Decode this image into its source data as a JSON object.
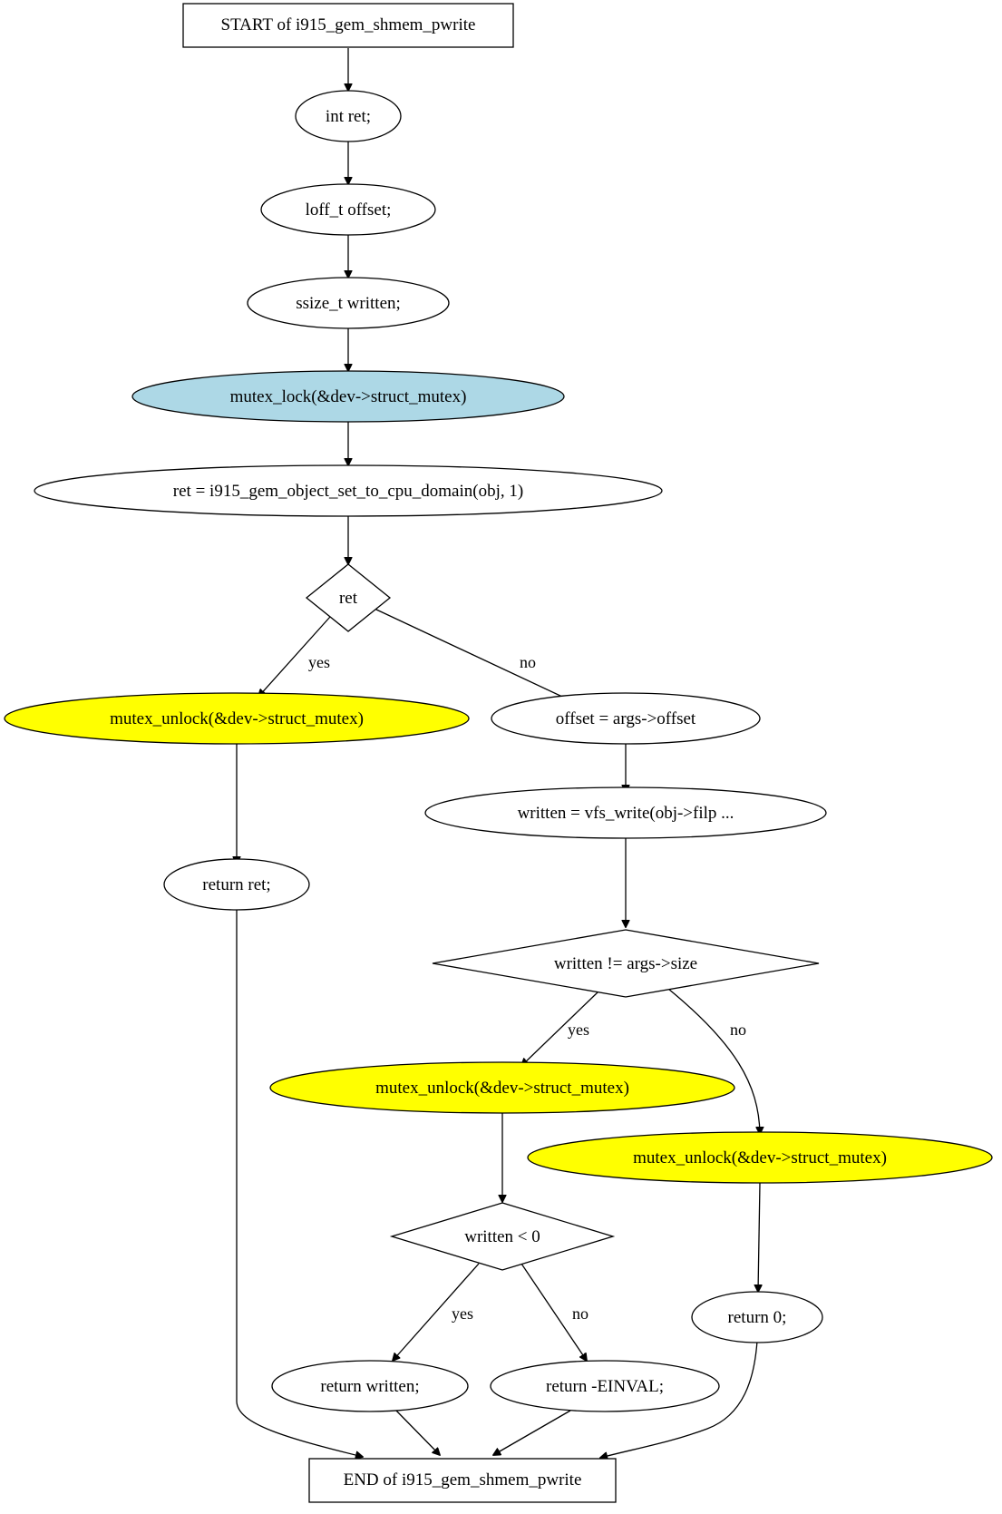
{
  "colors": {
    "lock_fill": "#add8e6",
    "unlock_fill": "#ffff00",
    "default_fill": "#ffffff",
    "stroke": "#000000"
  },
  "nodes": {
    "start": "START of i915_gem_shmem_pwrite",
    "decl_ret": "int ret;",
    "decl_offset": "loff_t offset;",
    "decl_written": "ssize_t written;",
    "mutex_lock": "mutex_lock(&dev->struct_mutex)",
    "set_domain": "ret = i915_gem_object_set_to_cpu_domain(obj, 1)",
    "cond_ret": "ret",
    "unlock_1": "mutex_unlock(&dev->struct_mutex)",
    "assign_offset": "offset = args->offset",
    "return_ret": "return ret;",
    "vfs_write": "written = vfs_write(obj->filp ...",
    "cond_size": "written != args->size",
    "unlock_2": "mutex_unlock(&dev->struct_mutex)",
    "unlock_3": "mutex_unlock(&dev->struct_mutex)",
    "cond_neg": "written < 0",
    "return_zero": "return 0;",
    "return_written": "return written;",
    "return_einval": "return -EINVAL;",
    "end": "END of i915_gem_shmem_pwrite"
  },
  "edge_labels": {
    "ret_yes": "yes",
    "ret_no": "no",
    "size_yes": "yes",
    "size_no": "no",
    "neg_yes": "yes",
    "neg_no": "no"
  }
}
